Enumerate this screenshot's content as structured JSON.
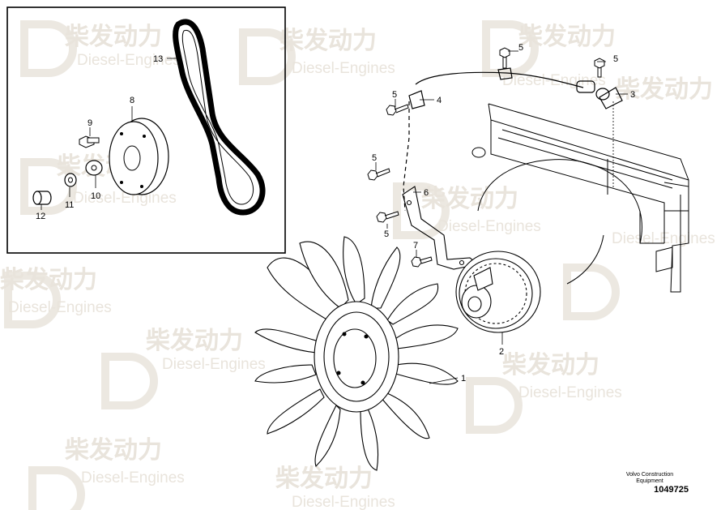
{
  "watermark": {
    "cn": "柴发动力",
    "en": "Diesel-Engines"
  },
  "callouts": {
    "c1": "1",
    "c2": "2",
    "c3": "3",
    "c4": "4",
    "c5a": "5",
    "c5b": "5",
    "c5c": "5",
    "c5d": "5",
    "c5e": "5",
    "c6": "6",
    "c7": "7",
    "c8": "8",
    "c9": "9",
    "c10": "10",
    "c11": "11",
    "c12": "12",
    "c13": "13"
  },
  "footer": {
    "company_line1": "Volvo Construction",
    "company_line2": "Equipment",
    "drawing_number": "1049725"
  }
}
